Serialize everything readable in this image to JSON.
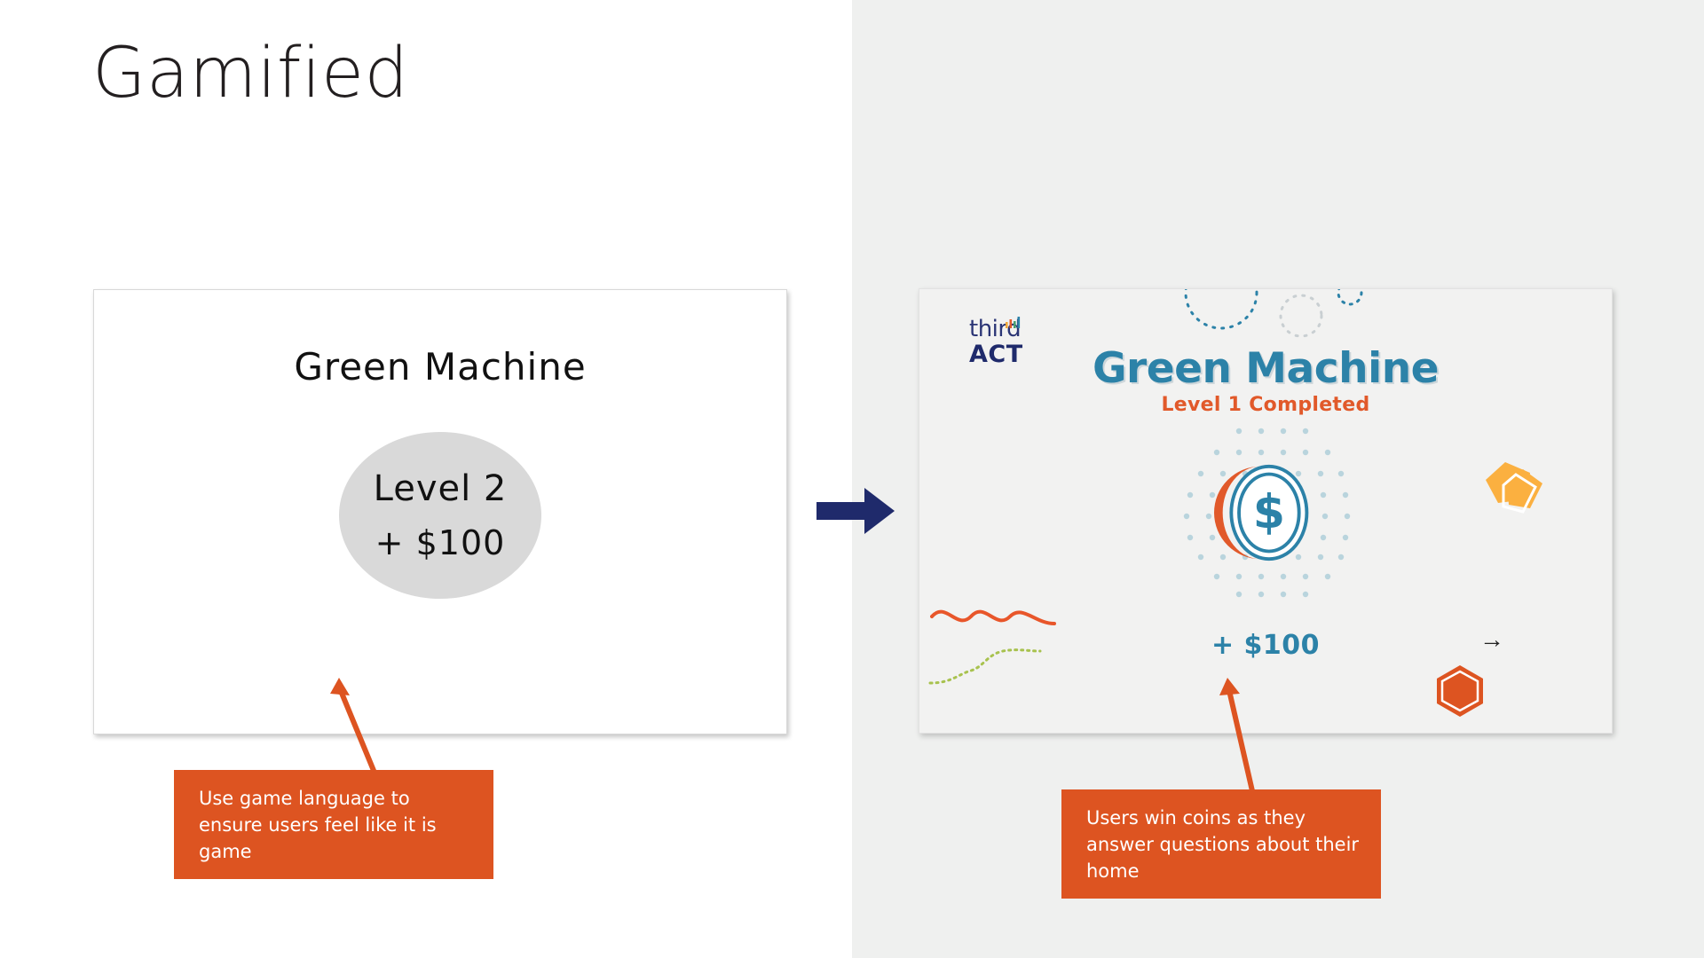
{
  "slide": {
    "title": "Gamified",
    "background_left": "#ffffff",
    "background_right": "#eff0ef"
  },
  "transition": {
    "arrow_icon": "right-arrow-icon",
    "arrow_color": "#1f2a6b"
  },
  "left_mock": {
    "card_title": "Green Machine",
    "bubble": {
      "level_label": "Level 2",
      "reward_label": "+ $100",
      "fill_color": "#d9d9d9"
    }
  },
  "right_mock": {
    "logo": {
      "line1": "third",
      "line2": "ACT",
      "bar_colors": [
        "#f0a93b",
        "#e1592a",
        "#4a9e6f",
        "#2c82a8"
      ],
      "text_color": "#1f2a6b"
    },
    "app_title": "Green Machine",
    "app_title_color": "#2c82a8",
    "app_subtitle": "Level 1 Completed",
    "app_subtitle_color": "#e1592a",
    "coin_icon": "dollar-coin-icon",
    "coin_ring_color": "#2c82a8",
    "coin_accent_color": "#e1592a",
    "coin_symbol": "$",
    "reward_amount": "+ $100",
    "next_arrow_label": "→",
    "decorations": {
      "pentagons_color": "#fbb040",
      "hexagon_color": "#dd5421",
      "dotted_circles_color": "#2c82a8",
      "wave_color": "#e8562a",
      "dotted_line_color": "#a8c24e"
    }
  },
  "callouts": [
    {
      "id": "left",
      "text": "Use game language to ensure users feel like it is game",
      "bg_color": "#dd5421",
      "text_color": "#ffffff",
      "arrow_color": "#dd5421"
    },
    {
      "id": "right",
      "text": "Users win coins as they answer questions about their home",
      "bg_color": "#dd5421",
      "text_color": "#ffffff",
      "arrow_color": "#dd5421"
    }
  ]
}
